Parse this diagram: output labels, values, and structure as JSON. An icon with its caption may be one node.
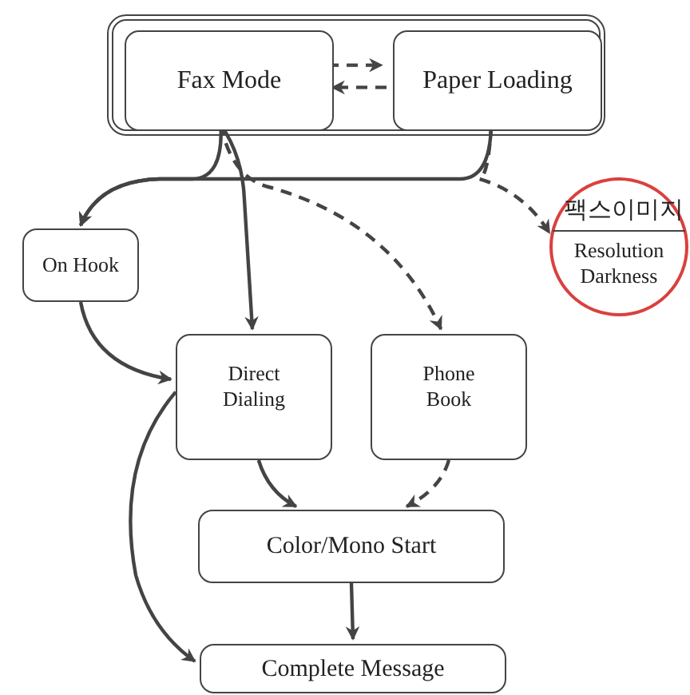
{
  "diagram": {
    "nodes": [
      {
        "text": [],
        "shape": "box"
      },
      {
        "text": [
          "Fax Mode"
        ],
        "in": 0
      },
      {
        "text": [
          "Paper Loading"
        ],
        "in": 0
      },
      {
        "text": [
          "On Hook"
        ]
      },
      {
        "text": [
          "팩스이미지",
          "Resolution Darkness"
        ]
      },
      {
        "text": [
          "Direct Dialing"
        ]
      },
      {
        "text": [
          "Phone Book"
        ]
      },
      {
        "text": [
          "Color/Mono Start"
        ]
      },
      {
        "text": [
          "Complete Message"
        ]
      }
    ],
    "edges": [
      {
        "from": 1,
        "to": 2,
        "arrow": "to",
        "style": "dashed"
      },
      {
        "from": 2,
        "to": 1,
        "arrow": "to",
        "style": "dashed"
      },
      {
        "from": 1,
        "to": 3,
        "arrow": "to"
      },
      {
        "from": 2,
        "to": 3,
        "arrow": "to"
      },
      {
        "from": 1,
        "to": 5,
        "arrow": "to"
      },
      {
        "from": 1,
        "to": 6,
        "arrow": "to",
        "style": "dashed"
      },
      {
        "from": 2,
        "to": 4,
        "arrow": "to",
        "style": "dashed"
      },
      {
        "from": 3,
        "to": 5,
        "arrow": "to"
      },
      {
        "from": 5,
        "to": 7,
        "arrow": "to"
      },
      {
        "from": 6,
        "to": 7,
        "arrow": "to",
        "style": "dashed"
      },
      {
        "from": 7,
        "to": 8,
        "arrow": "to"
      },
      {
        "from": 5,
        "to": 8,
        "arrow": "to"
      }
    ]
  }
}
